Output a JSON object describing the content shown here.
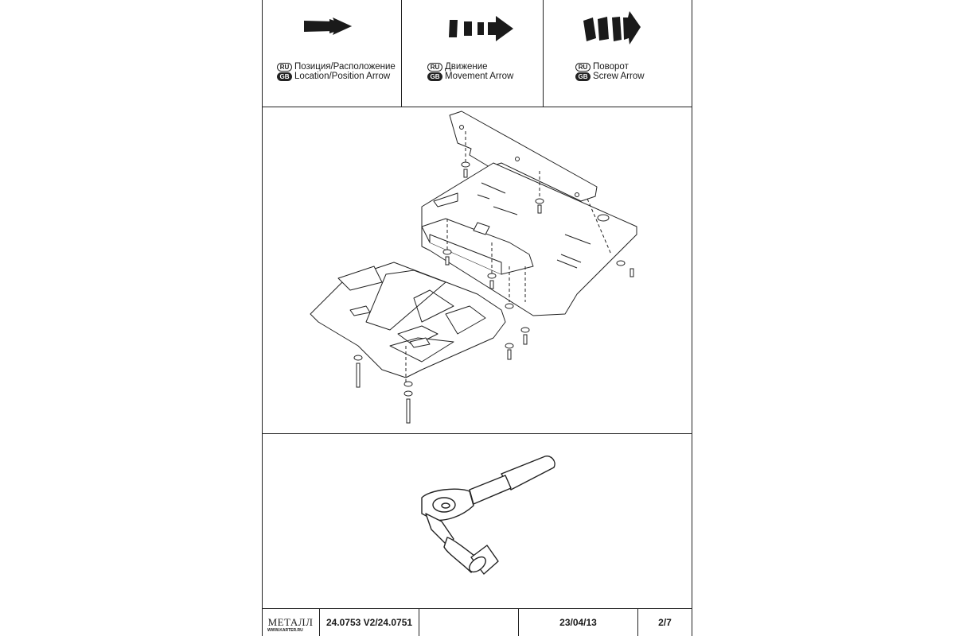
{
  "legend": [
    {
      "ru_badge": "RU",
      "gb_badge": "GB",
      "ru_text": "Позиция/Расположение",
      "gb_text": "Location/Position Arrow",
      "icon": "solid-arrow-icon"
    },
    {
      "ru_badge": "RU",
      "gb_badge": "GB",
      "ru_text": "Движение",
      "gb_text": "Movement Arrow",
      "icon": "dashed-arrow-icon"
    },
    {
      "ru_badge": "RU",
      "gb_badge": "GB",
      "ru_text": "Поворот",
      "gb_text": "Screw Arrow",
      "icon": "curved-arrow-icon"
    }
  ],
  "footer": {
    "logo": "МЕТАЛЛ",
    "logo_url": "WWW.KARTER.RU",
    "part_number": "24.0753 V2/24.0751",
    "blank": "",
    "date": "23/04/13",
    "page": "2/7"
  },
  "colors": {
    "line": "#222222",
    "paper": "#ffffff",
    "fill": "#f7f7f7"
  }
}
